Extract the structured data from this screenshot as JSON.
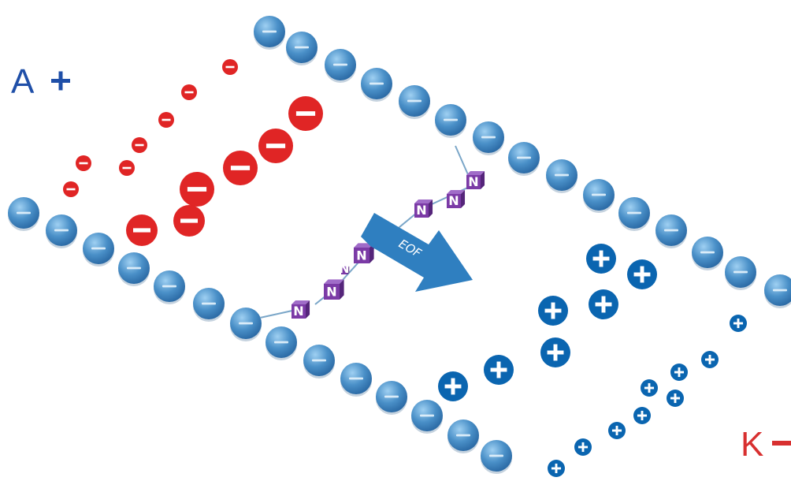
{
  "labels": {
    "anode": "A",
    "cathode": "K",
    "arrow": "EOF",
    "molecule_unit": "N"
  },
  "colors": {
    "wall_charge": "#4a90c8",
    "anion": "#e02525",
    "cation": "#0a65b0",
    "molecule": "#7b3aa6",
    "arrow": "#2f7fc0",
    "anode_label": "#1f4fa8",
    "cathode_label": "#d83030"
  },
  "icons": {
    "wall_charge": "minus-sphere-icon",
    "anion": "minus-circle-icon",
    "cation": "plus-circle-icon",
    "molecule_unit": "n-cube-icon",
    "flow": "arrow-icon"
  }
}
